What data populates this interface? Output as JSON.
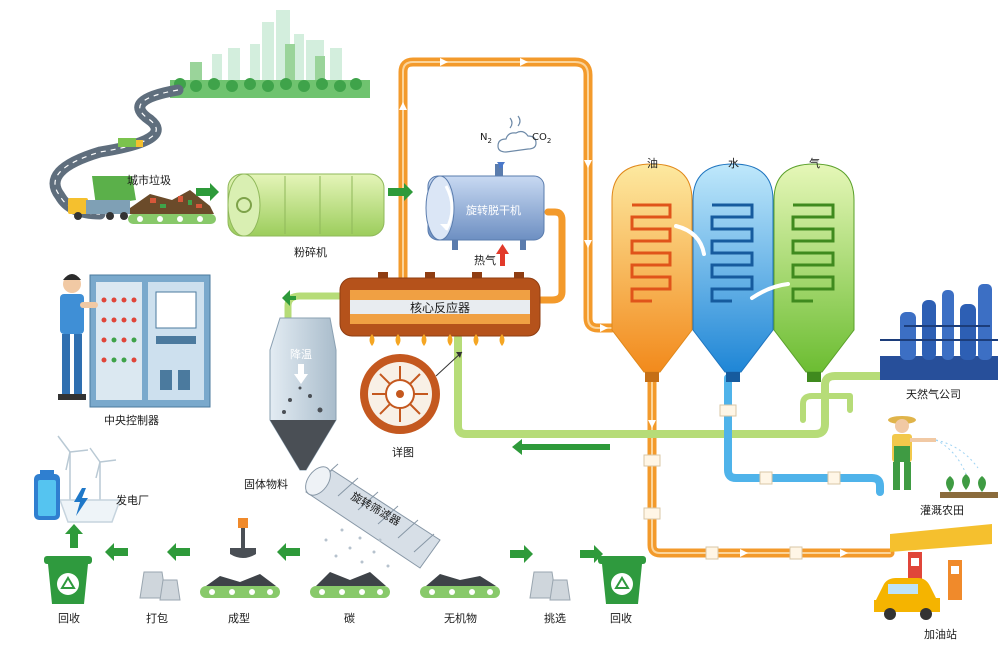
{
  "labels": {
    "city_waste": "城市垃圾",
    "crusher": "粉碎机",
    "rotary_dryer": "旋转脱干机",
    "n2": "N",
    "n2_sub": "2",
    "co2": "CO",
    "co2_sub": "2",
    "hot_air": "热气",
    "core_reactor": "核心反应器",
    "detail": "详图",
    "settling": "降温",
    "solid_material": "固体物料",
    "rotary_screen": "旋转筛滤器",
    "central_controller": "中央控制器",
    "power_plant": "发电厂",
    "oil": "油",
    "water": "水",
    "gas": "气",
    "gas_company": "天然气公司",
    "irrigation": "灌溉农田",
    "gas_station": "加油站",
    "recycle_left": "回收",
    "pack": "打包",
    "forming": "成型",
    "carbon": "碳",
    "inorganic": "无机物",
    "sorting": "挑选",
    "recycle_right": "回收"
  },
  "colors": {
    "pipe_orange": "#f39a2b",
    "pipe_green": "#b6dc78",
    "pipe_blue": "#4fb3ea",
    "arrow_green": "#2e9a3a",
    "reactor": "#c65a1e",
    "oil_tank": "#f7b531",
    "water_tank": "#2f9be0",
    "gas_tank": "#8ed24a",
    "bin_green": "#2f9a3e"
  },
  "icons": [
    "city-skyline-icon",
    "garbage-truck-icon",
    "recycle-bin-icon",
    "wind-turbine-icon",
    "battery-icon",
    "refinery-icon",
    "farmer-icon",
    "car-icon",
    "gas-pump-icon",
    "cloud-icon",
    "flame-icon"
  ]
}
